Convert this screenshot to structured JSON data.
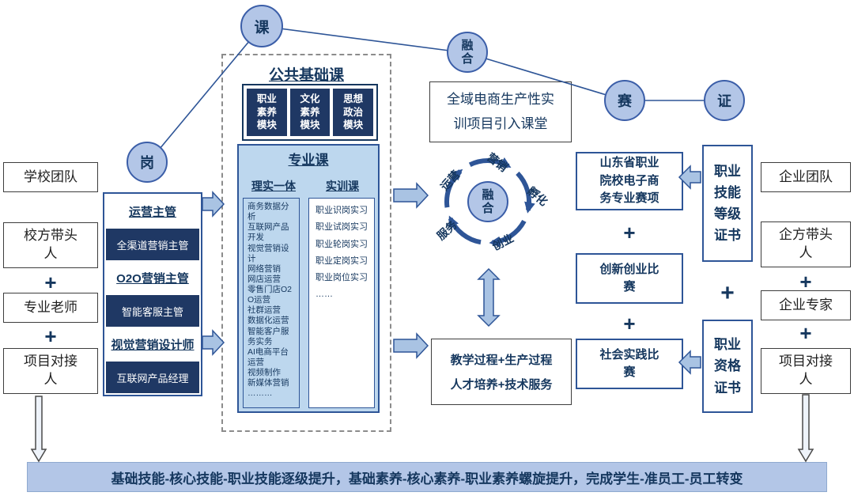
{
  "plus": "+",
  "circles": {
    "post": "岗",
    "course": "课",
    "fusion": "融合",
    "competition": "赛",
    "certificate": "证"
  },
  "school_team": {
    "title": "学校团队",
    "leader": "校方带头人",
    "teacher": "专业老师",
    "liaison": "项目对接人"
  },
  "jobs": {
    "items": [
      "运营主管",
      "全渠道营销主管",
      "O2O营销主管",
      "智能客服主管",
      "视觉营销设计师",
      "互联网产品经理"
    ]
  },
  "curriculum": {
    "public_title": "公共基础课",
    "modules": [
      "职业素养模块",
      "文化素养模块",
      "思想政治模块"
    ],
    "major_title": "专业课",
    "col1_header": "理实一体",
    "col2_header": "实训课",
    "col1_items": [
      "商务数据分析",
      "互联网产品开发",
      "视觉营销设计",
      "网络营销",
      "网店运营",
      "零售门店O2O运营",
      "社群运营",
      "数据化运营",
      "智能客户服务实务",
      "AI电商平台运营",
      "视频制作",
      "新媒体营销",
      "………"
    ],
    "col2_items": [
      "职业识岗实习",
      "职业试岗实习",
      "职业轮岗实习",
      "职业定岗实习",
      "职业岗位实习",
      "……"
    ]
  },
  "training_box": "全域电商生产性实训项目引入课堂",
  "cycle": {
    "center": "融合",
    "labels": [
      "运营",
      "营销",
      "孵化",
      "创业",
      "服务"
    ]
  },
  "process_box": {
    "line1": "教学过程+生产过程",
    "line2": "人才培养+技术服务"
  },
  "competitions": {
    "items": [
      "山东省职业院校电子商务专业赛项",
      "创新创业比赛",
      "社会实践比赛"
    ]
  },
  "certificates": {
    "skill": "职业技能等级证书",
    "qualification": "职业资格证书"
  },
  "enterprise_team": {
    "title": "企业团队",
    "leader": "企方带头人",
    "expert": "企业专家",
    "liaison": "项目对接人"
  },
  "banner": "基础技能-核心技能-职业技能逐级提升，基础素养-核心素养-职业素养螺旋提升，完成学生-准员工-员工转变",
  "colors": {
    "accent": "#2e5597",
    "dark_navy": "#1f3864",
    "light_blue": "#bdd7ee",
    "circle_fill": "#b3c6e7"
  }
}
